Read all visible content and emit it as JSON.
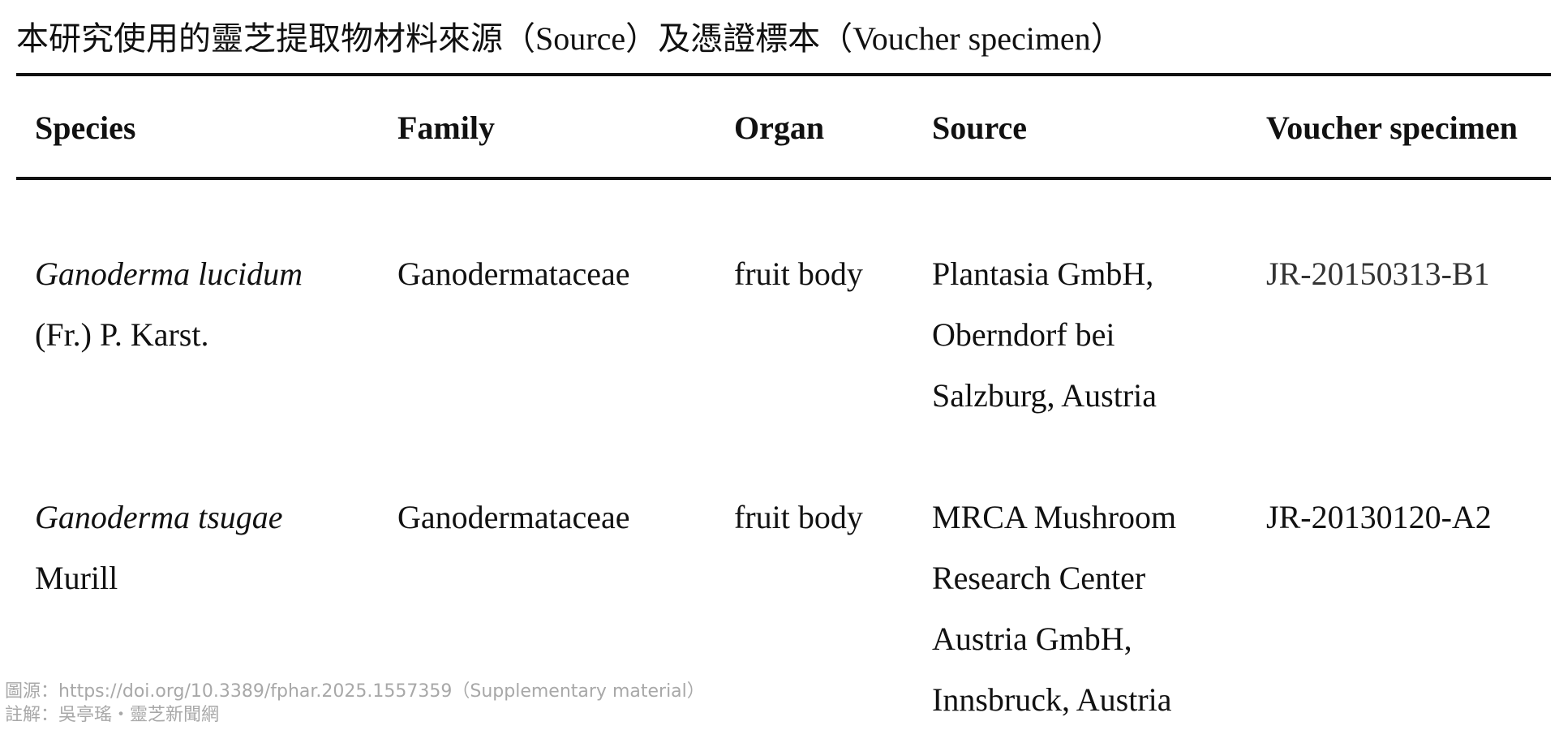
{
  "title": "本研究使用的靈芝提取物材料來源（Source）及憑證標本（Voucher specimen）",
  "table": {
    "headers": [
      "Species",
      "Family",
      "Organ",
      "Source",
      "Voucher specimen"
    ],
    "rows": [
      {
        "species_italic": "Ganoderma lucidum",
        "species_author": "(Fr.) P. Karst.",
        "family": "Ganodermataceae",
        "organ": "fruit body",
        "source_lines": [
          "Plantasia GmbH,",
          "Oberndorf bei",
          "Salzburg, Austria"
        ],
        "voucher": "JR-20150313-B1"
      },
      {
        "species_italic": "Ganoderma tsugae",
        "species_author": "Murill",
        "family": "Ganodermataceae",
        "organ": "fruit body",
        "source_lines": [
          "MRCA Mushroom",
          "Research Center",
          "Austria GmbH,",
          "Innsbruck, Austria"
        ],
        "voucher": "JR-20130120-A2"
      }
    ]
  },
  "footnotes": {
    "source": "圖源：https://doi.org/10.3389/fphar.2025.1557359（Supplementary material）",
    "note": "註解：吳亭瑤・靈芝新聞網"
  }
}
